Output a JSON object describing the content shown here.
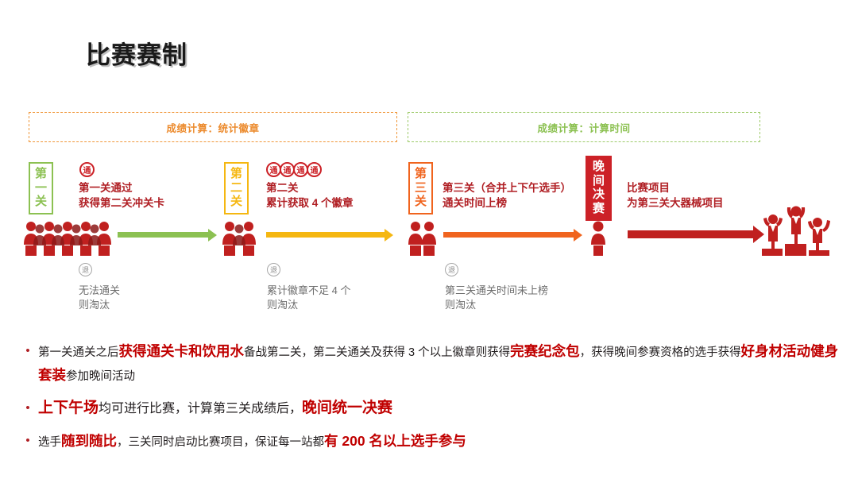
{
  "title": "比赛赛制",
  "bands": [
    {
      "id": "badge",
      "label": "成绩计算：统计徽章",
      "color": "#ec8b2e"
    },
    {
      "id": "time",
      "label": "成绩计算：计算时间",
      "color": "#8cc152"
    }
  ],
  "stages": [
    {
      "chip": {
        "line1": "第",
        "line2": "一",
        "line3": "关",
        "color": "#8cc152"
      },
      "pass_badges": [
        "通"
      ],
      "desc": {
        "line1": "第一关通过",
        "line2": "获得第二关冲关卡"
      },
      "arrow_color": "#8cc152",
      "people_count": 10,
      "eliminate": {
        "badge": "退",
        "line1": "无法通关",
        "line2": "则淘汰"
      }
    },
    {
      "chip": {
        "line1": "第",
        "line2": "二",
        "line3": "关",
        "color": "#f5b711"
      },
      "pass_badges": [
        "通",
        "通",
        "通",
        "通"
      ],
      "desc": {
        "line1": "第二关",
        "line2": "累计获取 4 个徽章"
      },
      "arrow_color": "#f5b711",
      "people_count": 6,
      "eliminate": {
        "badge": "退",
        "line1": "累计徽章不足 4 个",
        "line2": "则淘汰"
      }
    },
    {
      "chip": {
        "line1": "第",
        "line2": "三",
        "line3": "关",
        "color": "#f0641e"
      },
      "pass_badges": [],
      "desc": {
        "line1": "第三关（合并上下午选手）",
        "line2": "通关时间上榜"
      },
      "arrow_color": "#f0641e",
      "people_count": 2,
      "eliminate": {
        "badge": "退",
        "line1": "第三关通关时间未上榜",
        "line2": "则淘汰"
      }
    }
  ],
  "final": {
    "chip": {
      "line1": "晚",
      "line2": "间",
      "line3": "决",
      "line4": "赛",
      "bg": "#cc2127"
    },
    "desc": {
      "line1": "比赛项目",
      "line2": "为第三关大器械项目"
    },
    "arrow_color": "#c0201f",
    "people_count": 1,
    "podium_icon": "winners-podium-icon"
  },
  "bullets": [
    {
      "marker": "•",
      "size": "normal",
      "segments": [
        {
          "text": "第一关通关之后",
          "style": "plain"
        },
        {
          "text": "获得通关卡和饮用水",
          "style": "highlight"
        },
        {
          "text": "备战第二关，第二关通关及获得 3 个以上徽章则获得",
          "style": "plain"
        },
        {
          "text": "完赛纪念包",
          "style": "highlight"
        },
        {
          "text": "，获得晚间参赛资格的选手获得",
          "style": "plain"
        },
        {
          "text": "好身材活动健身套装",
          "style": "highlight"
        },
        {
          "text": "参加晚间活动",
          "style": "plain"
        }
      ]
    },
    {
      "marker": "•",
      "size": "big",
      "segments": [
        {
          "text": "上下午场",
          "style": "highlight"
        },
        {
          "text": "均可进行比赛，计算第三关成绩后，",
          "style": "plain"
        },
        {
          "text": "晚间统一决赛",
          "style": "highlight"
        }
      ]
    },
    {
      "marker": "•",
      "size": "normal",
      "segments": [
        {
          "text": "选手",
          "style": "plain"
        },
        {
          "text": "随到随比",
          "style": "highlight"
        },
        {
          "text": "，三关同时启动比赛项目，保证每一站都",
          "style": "plain"
        },
        {
          "text": "有 200 名以上选手参与",
          "style": "highlight"
        }
      ]
    }
  ],
  "colors": {
    "green": "#8cc152",
    "amber": "#f5b711",
    "orange": "#f0641e",
    "orange_band": "#ec8b2e",
    "red": "#cc2127",
    "dark_red": "#b01f24",
    "highlight_red": "#c00000",
    "gray_text": "#6d6d6d"
  }
}
